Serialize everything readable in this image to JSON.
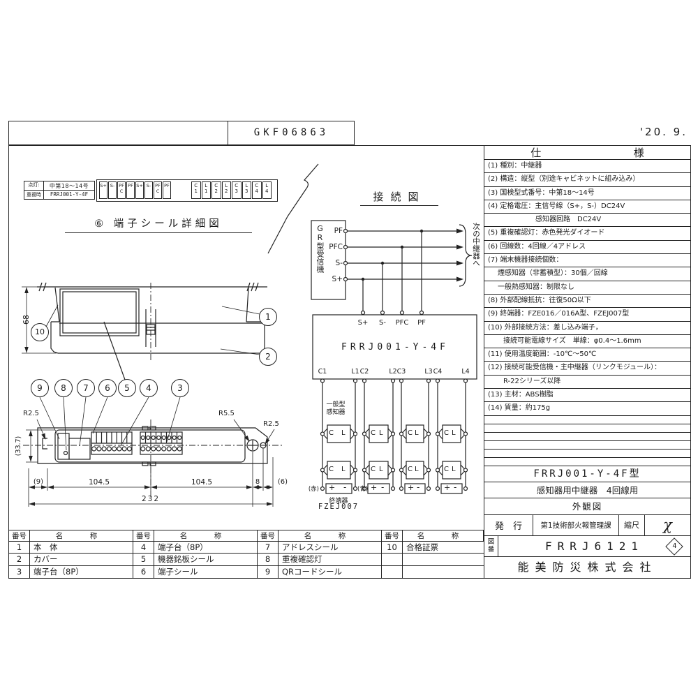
{
  "page": {
    "doc_number": "GKF06863",
    "date": "'20. 9."
  },
  "seal_detail": {
    "title": "⑥ 端子シール詳細図",
    "info": {
      "r1c1": "点灯:",
      "r2c1": "重複時",
      "r1c2": "中第18～14号",
      "r2c2": "FRRJ001-Y-4F"
    },
    "left_cells": [
      "S+",
      "S-",
      "PF C",
      "PF",
      "S+",
      "S-",
      "PF C",
      "PF"
    ],
    "right_cells": [
      "C 1",
      "L 1",
      "C 2",
      "L 2",
      "C 3",
      "L 3",
      "C 4",
      "L 4"
    ]
  },
  "side_view": {
    "dim_height": "68",
    "balloons": [
      "10",
      "1",
      "2"
    ]
  },
  "plan_view": {
    "balloons": [
      "9",
      "8",
      "7",
      "6",
      "5",
      "4",
      "3"
    ],
    "dims": {
      "radius_left": "R2.5",
      "radius_right_big": "R5.5",
      "radius_right_small": "R2.5",
      "height": "(33.7)",
      "left_offset": "(9)",
      "span_left": "104.5",
      "span_right": "104.5",
      "hole_pitch": "8",
      "right_offset": "(6)",
      "total_width": "232"
    }
  },
  "connection": {
    "title": "接続図",
    "receiver": "GR型受信機",
    "receiver_terminals": [
      "PF",
      "PFC",
      "S-",
      "S+"
    ],
    "next_label": "次の中継器へ",
    "relay_model": "FRRJ001-Y-4F",
    "top_terminals": [
      "S+",
      "S-",
      "PFC",
      "PF"
    ],
    "bottom_terminals": [
      "C1",
      "L1",
      "C2",
      "L2",
      "C3",
      "L3",
      "C4",
      "L4"
    ],
    "detector_label": "一般型\n感知器",
    "detector_c": "C",
    "detector_l": "L",
    "plus": "+",
    "minus": "-",
    "red": "(赤)",
    "blue": "(青)",
    "terminator_label": "終端器",
    "terminator_model": "FZEJ007"
  },
  "spec": {
    "header_l": "仕",
    "header_r": "様",
    "empty_rows": 6,
    "rows": [
      {
        "t": "(1) 種別：中継器"
      },
      {
        "t": "(2) 構造：縦型（別途キャビネットに組み込み）"
      },
      {
        "t": "(3) 国検型式番号：中第18～14号"
      },
      {
        "t": "(4) 定格電圧：主信号線（S+，S-）DC24V"
      },
      {
        "t": "感知器回路　DC24V",
        "ind": 68
      },
      {
        "t": "(5) 重複確認灯：赤色発光ダイオード"
      },
      {
        "t": "(6) 回線数：4回線／4アドレス"
      },
      {
        "t": "(7) 端末機器接続個数："
      },
      {
        "t": "煙感知器（非蓄積型）：30個／回線",
        "ind": 14
      },
      {
        "t": "一般熱感知器：制限なし",
        "ind": 14
      },
      {
        "t": "(8) 外部配線抵抗：往復50Ω以下"
      },
      {
        "t": "(9) 終端器：FZE016／016A型、FZEJ007型"
      },
      {
        "t": "(10) 外部接続方法：差し込み端子，"
      },
      {
        "t": "接続可能電線サイズ　単線：φ0.4～1.6mm",
        "ind": 22
      },
      {
        "t": "(11) 使用温度範囲：-10℃～50℃"
      },
      {
        "t": "(12) 接続可能受信機・主中継器（リンクモジュール）："
      },
      {
        "t": "R-22シリーズ以降",
        "ind": 22
      },
      {
        "t": "(13) 主材：ABS樹脂"
      },
      {
        "t": "(14) 質量：約175g"
      }
    ]
  },
  "title_block": {
    "model": "FRRJ001-Y-4F型",
    "product": "感知器用中継器　4回線用",
    "doc_type": "外観図",
    "issue_label": "発　行",
    "issue_dept": "第1技術部火報管理課",
    "scale_label": "縮尺",
    "scale_value": "χ",
    "no_label": "図番",
    "drawing_no": "FRRJ6121",
    "revision": "4",
    "company": "能美防災株式会社"
  },
  "parts": {
    "no_header": "番号",
    "name_header": "名　称",
    "items": [
      {
        "no": "1",
        "name": "本　体"
      },
      {
        "no": "2",
        "name": "カバー"
      },
      {
        "no": "3",
        "name": "端子台（8P）"
      },
      {
        "no": "4",
        "name": "端子台（8P）"
      },
      {
        "no": "5",
        "name": "機器銘板シール"
      },
      {
        "no": "6",
        "name": "端子シール"
      },
      {
        "no": "7",
        "name": "アドレスシール"
      },
      {
        "no": "8",
        "name": "重複確認灯"
      },
      {
        "no": "9",
        "name": "QRコードシール"
      },
      {
        "no": "10",
        "name": "合格証票"
      }
    ]
  }
}
